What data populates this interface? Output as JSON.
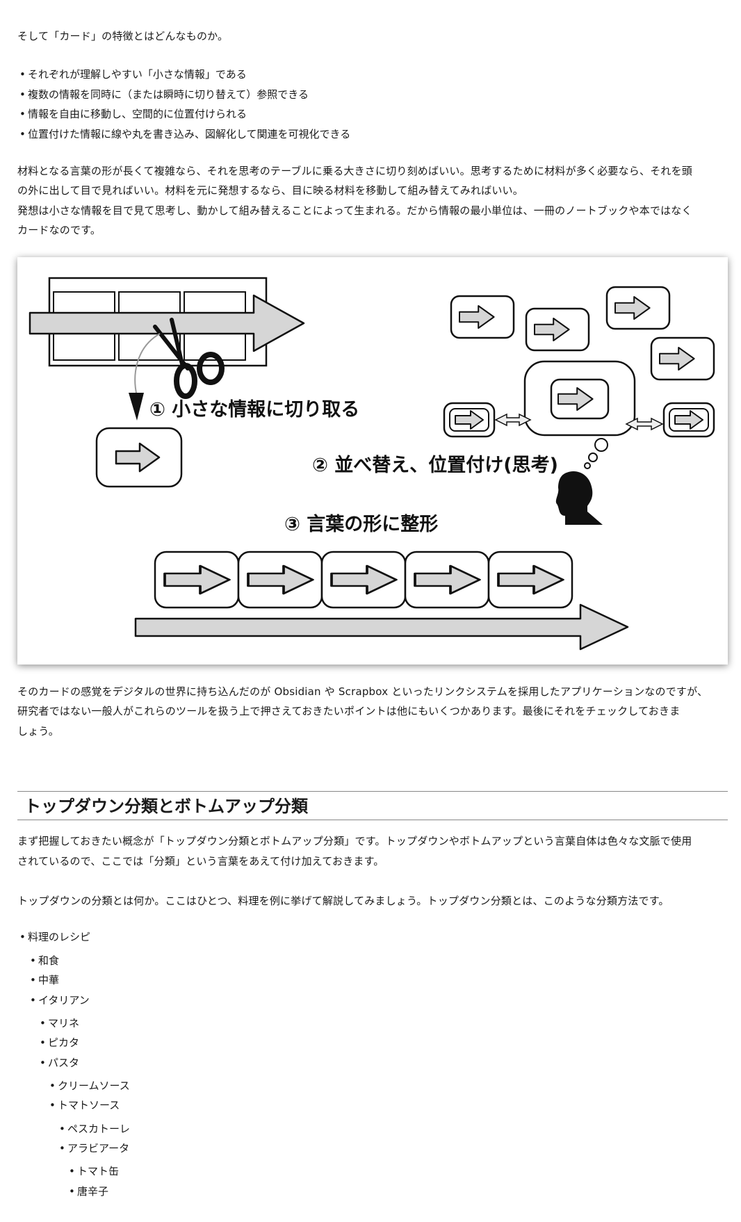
{
  "intro": "そして「カード」の特徴とはどんなものか。",
  "features": [
    "それぞれが理解しやすい「小さな情報」である",
    "複数の情報を同時に（または瞬時に切り替えて）参照できる",
    "情報を自由に移動し、空間的に位置付けられる",
    "位置付けた情報に線や丸を書き込み、図解化して関連を可視化できる"
  ],
  "para1_line1": "材料となる言葉の形が長くて複雑なら、それを思考のテーブルに乗る大きさに切り刻めばいい。思考するために材料が多く必要なら、それを頭",
  "para1_line2": "の外に出して目で見ればいい。材料を元に発想するなら、目に映る材料を移動して組み替えてみればいい。",
  "para1_line3": "発想は小さな情報を目で見て思考し、動かして組み替えることによって生まれる。だから情報の最小単位は、一冊のノートブックや本ではなく",
  "para1_line4": "カードなのです。",
  "diagram": {
    "step1": "① 小さな情報に切り取る",
    "step2": "② 並べ替え、位置付け(思考)",
    "step3": "③ 言葉の形に整形"
  },
  "para2_line1": "そのカードの感覚をデジタルの世界に持ち込んだのが Obsidian や Scrapbox といったリンクシステムを採用したアプリケーションなのですが、",
  "para2_line2": "研究者ではない一般人がこれらのツールを扱う上で押さえておきたいポイントは他にもいくつかあります。最後にそれをチェックしておきま",
  "para2_line3": "しょう。",
  "section_heading": "トップダウン分類とボトムアップ分類",
  "para3_line1": "まず把握しておきたい概念が「トップダウン分類とボトムアップ分類」です。トップダウンやボトムアップという言葉自体は色々な文脈で使用",
  "para3_line2": "されているので、ここでは「分類」という言葉をあえて付け加えておきます。",
  "para4": "トップダウンの分類とは何か。ここはひとつ、料理を例に挙げて解説してみましょう。トップダウン分類とは、このような分類方法です。",
  "tree": {
    "l0": "料理のレシピ",
    "l1": [
      "和食",
      "中華",
      "イタリアン"
    ],
    "l2": [
      "マリネ",
      "ピカタ",
      "パスタ"
    ],
    "l3": [
      "クリームソース",
      "トマトソース"
    ],
    "l4": [
      "ペスカトーレ",
      "アラビアータ"
    ],
    "l5": [
      "トマト缶",
      "唐辛子"
    ]
  }
}
